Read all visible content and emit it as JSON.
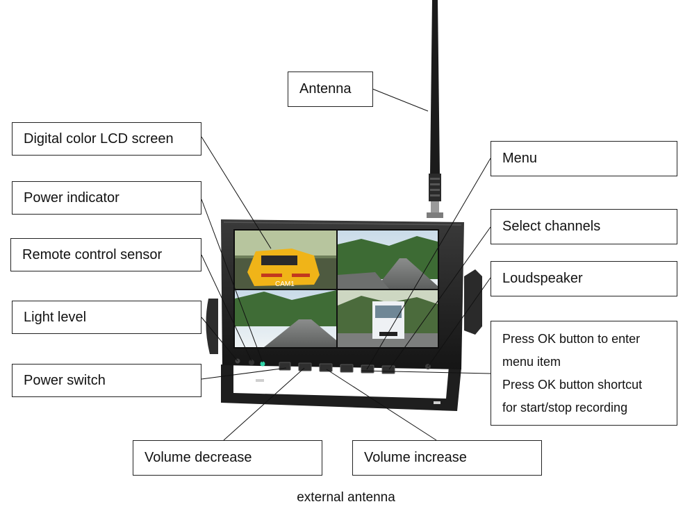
{
  "labels": {
    "antenna": "Antenna",
    "lcd_screen": "Digital color LCD screen",
    "power_indicator": "Power indicator",
    "remote_sensor": "Remote control sensor",
    "light_level": "Light level",
    "power_switch": "Power switch",
    "menu": "Menu",
    "select_channels": "Select channels",
    "loudspeaker": "Loudspeaker",
    "ok_button": {
      "line1": "Press OK button to enter",
      "line2": "menu item",
      "line3": "Press OK button shortcut",
      "line4": "for start/stop recording"
    },
    "volume_decrease": "Volume decrease",
    "volume_increase": "Volume increase"
  },
  "screen_overlay": "CAM1",
  "caption": "external antenna"
}
